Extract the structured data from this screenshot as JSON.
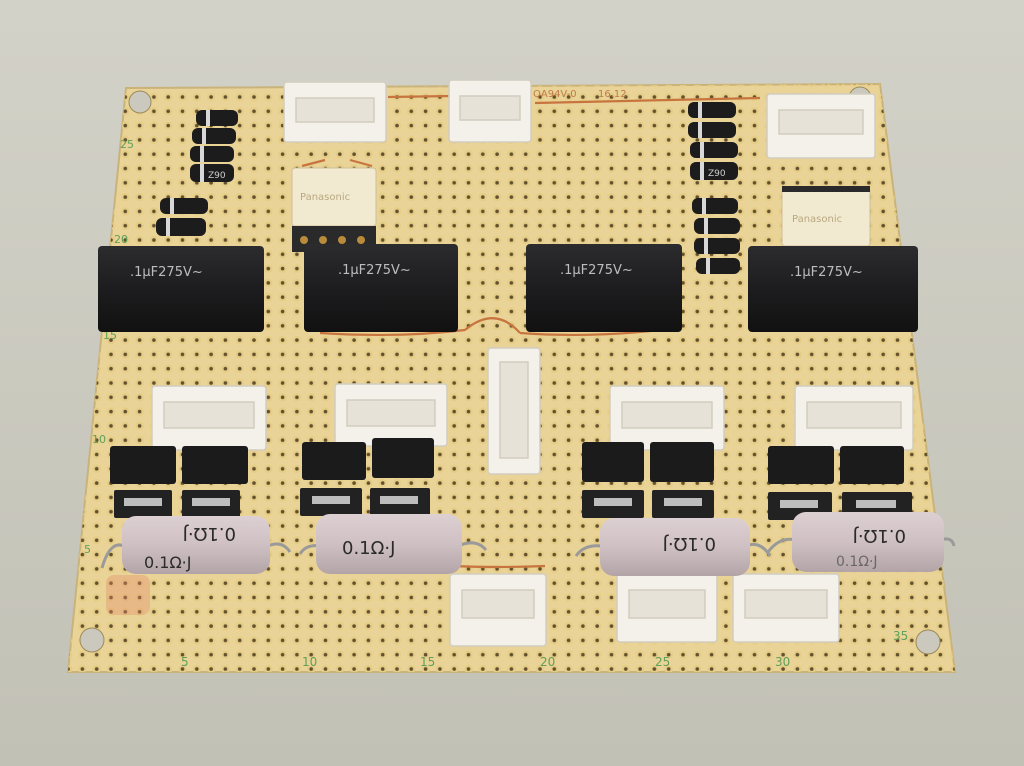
{
  "board": {
    "label_code": "QA94V-0",
    "label_date": "16.12",
    "row_numbers": [
      "25",
      "20",
      "15",
      "10",
      "5"
    ],
    "column_numbers": [
      "5",
      "10",
      "15",
      "20",
      "25",
      "30",
      "35"
    ],
    "pad_color": "#e8cf8a",
    "board_color": "#f0dca0"
  },
  "capacitors": [
    {
      "marking": ".1µF275V~"
    },
    {
      "marking": ".1µF275V~"
    },
    {
      "marking": ".1µF275V~"
    },
    {
      "marking": ".1µF275V~"
    }
  ],
  "relays": [
    {
      "marking": "Panasonic"
    },
    {
      "marking": "Panasonic"
    }
  ],
  "diode_marking": "Z90",
  "resistors": [
    {
      "value_label": "0.1Ω·J",
      "back_label": "0.1Ω·J"
    },
    {
      "value_label": "0.1Ω·J"
    },
    {
      "value_label": "0.1Ω·J"
    },
    {
      "value_label": "0.1Ω·J",
      "back_label": "0.1Ω·J"
    }
  ]
}
